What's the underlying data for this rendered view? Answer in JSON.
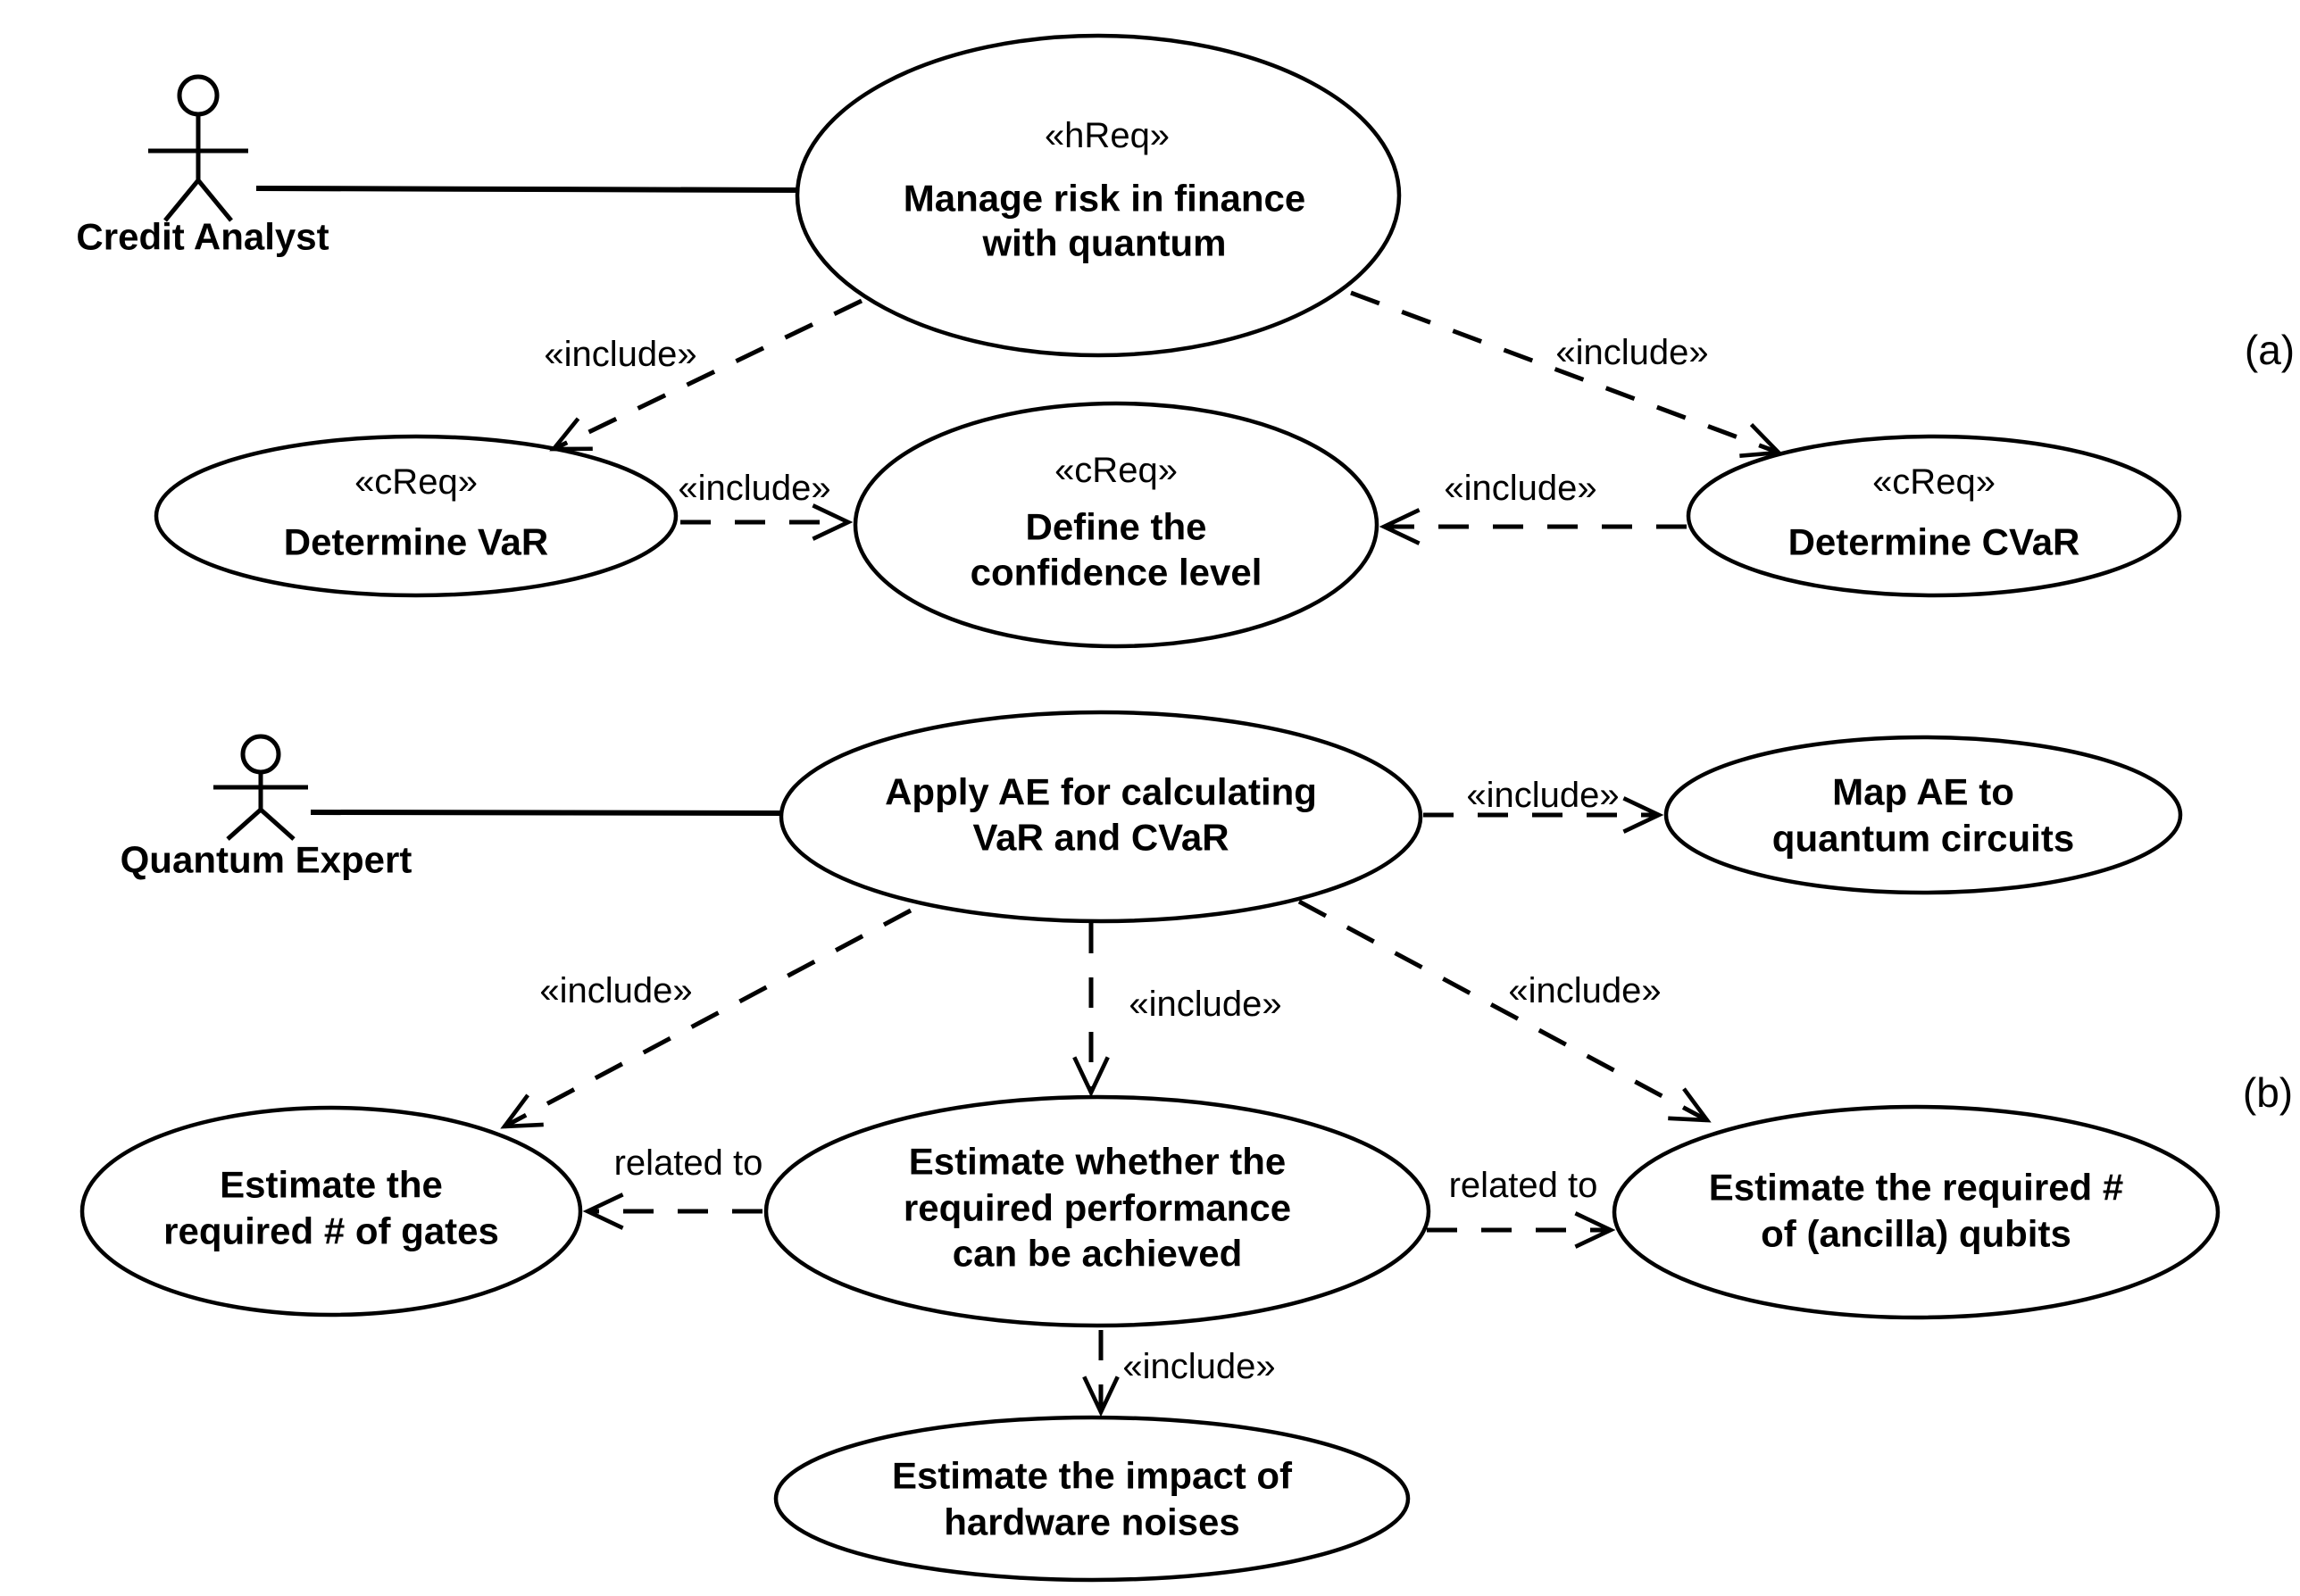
{
  "figure": {
    "type": "uml-use-case-diagram",
    "part_labels": {
      "a": "(a)",
      "b": "(b)"
    },
    "colors": {
      "stroke": "#000000",
      "background": "#ffffff"
    },
    "actors": [
      {
        "id": "credit-analyst",
        "name": "Credit Analyst"
      },
      {
        "id": "quantum-expert",
        "name": "Quantum Expert"
      }
    ],
    "use_cases": [
      {
        "id": "manage-risk",
        "stereotype": "«hReq»",
        "lines": [
          "Manage risk in finance",
          "with quantum"
        ]
      },
      {
        "id": "determine-var",
        "stereotype": "«cReq»",
        "lines": [
          "Determine VaR"
        ]
      },
      {
        "id": "define-confidence-level",
        "stereotype": "«cReq»",
        "lines": [
          "Define the",
          "confidence level"
        ]
      },
      {
        "id": "determine-cvar",
        "stereotype": "«cReq»",
        "lines": [
          "Determine CVaR"
        ]
      },
      {
        "id": "apply-ae",
        "lines": [
          "Apply AE for calculating",
          "VaR and CVaR"
        ]
      },
      {
        "id": "map-ae",
        "lines": [
          "Map AE to",
          "quantum circuits"
        ]
      },
      {
        "id": "estimate-gates",
        "lines": [
          "Estimate the",
          "required # of gates"
        ]
      },
      {
        "id": "estimate-performance",
        "lines": [
          "Estimate whether the",
          "required performance",
          "can be achieved"
        ]
      },
      {
        "id": "estimate-qubits",
        "lines": [
          "Estimate the required #",
          "of (ancilla) qubits"
        ]
      },
      {
        "id": "estimate-noise",
        "lines": [
          "Estimate the impact of",
          "hardware noises"
        ]
      }
    ],
    "associations": [
      {
        "from": "Credit Analyst",
        "to": "Manage risk in finance with quantum"
      },
      {
        "from": "Quantum Expert",
        "to": "Apply AE for calculating VaR and CVaR"
      }
    ],
    "connectors": [
      {
        "label": "«include»",
        "from": "Manage risk in finance with quantum",
        "to": "Determine VaR"
      },
      {
        "label": "«include»",
        "from": "Manage risk in finance with quantum",
        "to": "Determine CVaR"
      },
      {
        "label": "«include»",
        "from": "Determine VaR",
        "to": "Define the confidence level"
      },
      {
        "label": "«include»",
        "from": "Determine CVaR",
        "to": "Define the confidence level"
      },
      {
        "label": "«include»",
        "from": "Apply AE for calculating VaR and CVaR",
        "to": "Map AE to quantum circuits"
      },
      {
        "label": "«include»",
        "from": "Apply AE for calculating VaR and CVaR",
        "to": "Estimate the required # of gates"
      },
      {
        "label": "«include»",
        "from": "Apply AE for calculating VaR and CVaR",
        "to": "Estimate whether the required performance can be achieved"
      },
      {
        "label": "«include»",
        "from": "Apply AE for calculating VaR and CVaR",
        "to": "Estimate the required # of (ancilla) qubits"
      },
      {
        "label": "related to",
        "from": "Estimate whether the required performance can be achieved",
        "to": "Estimate the required # of gates"
      },
      {
        "label": "related to",
        "from": "Estimate whether the required performance can be achieved",
        "to": "Estimate the required # of (ancilla) qubits"
      },
      {
        "label": "«include»",
        "from": "Estimate whether the required performance can be achieved",
        "to": "Estimate the impact of hardware noises"
      }
    ]
  }
}
